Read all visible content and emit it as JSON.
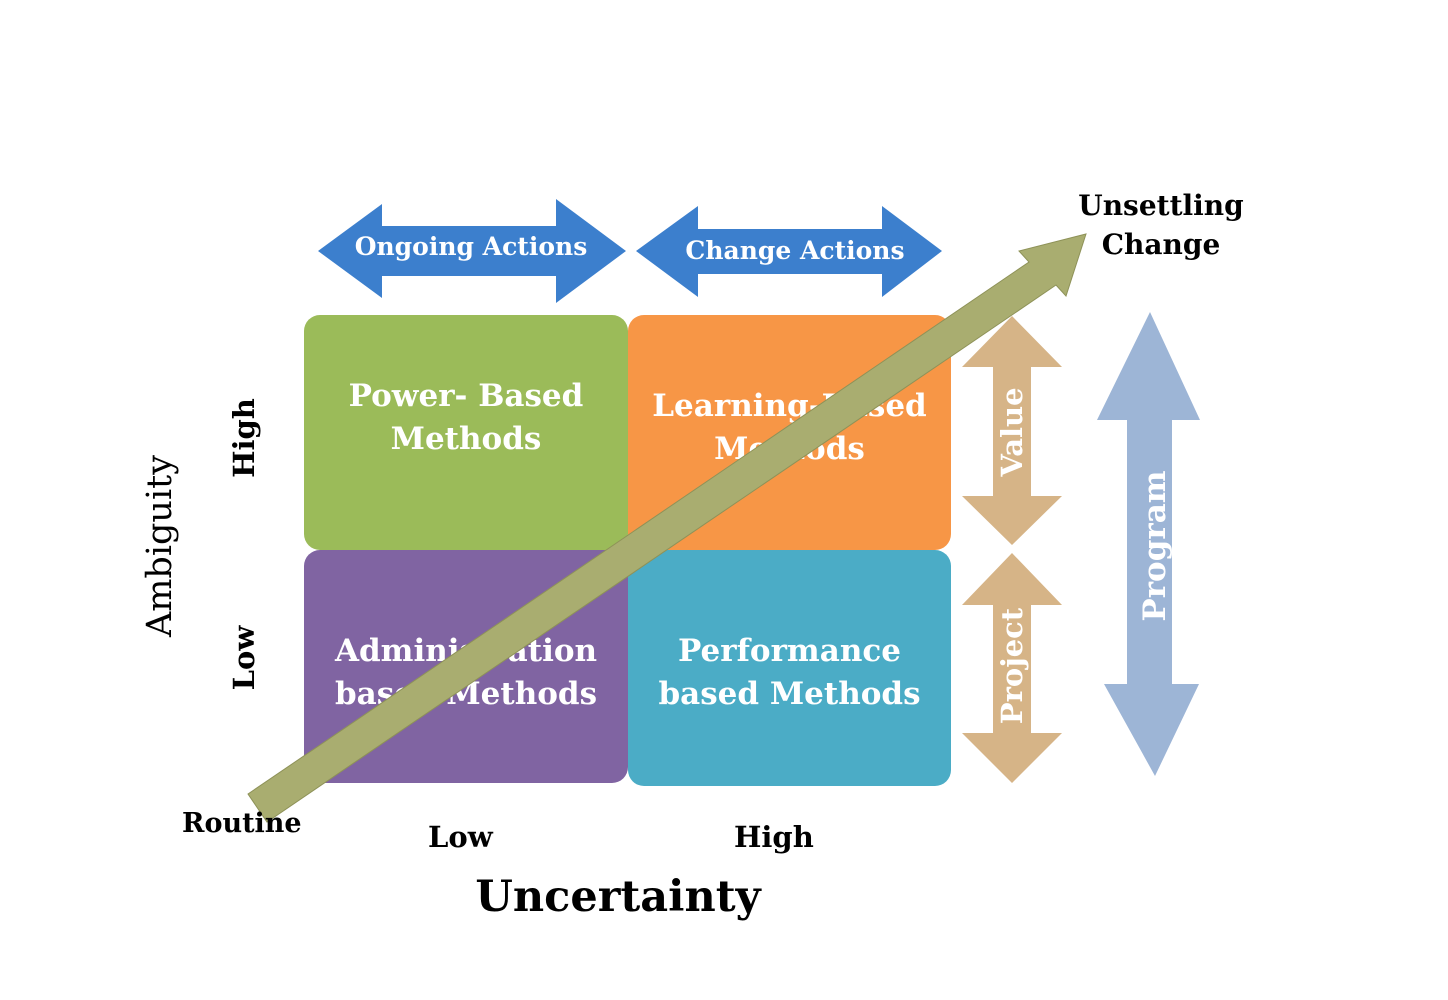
{
  "arrows": {
    "ongoing_actions": "Ongoing Actions",
    "change_actions": "Change Actions",
    "value": "Value",
    "project": "Project",
    "program": "Program"
  },
  "quadrants": {
    "top_left": {
      "line1": "Power- Based",
      "line2": "Methods",
      "color": "#9bbb59"
    },
    "top_right": {
      "line1": "Learning-Based",
      "line2": "Methods",
      "color": "#f79646"
    },
    "bottom_left": {
      "line1": "Administration",
      "line2": "based Methods",
      "color": "#8064a2"
    },
    "bottom_right": {
      "line1": "Performance",
      "line2": "based Methods",
      "color": "#4bacc6"
    }
  },
  "axes": {
    "x_title": "Uncertainty",
    "x_low": "Low",
    "x_high": "High",
    "y_title": "Ambiguity",
    "y_low": "Low",
    "y_high": "High"
  },
  "trend": {
    "start_label": "Routine",
    "end_label_line1": "Unsettling",
    "end_label_line2": "Change"
  },
  "colors": {
    "blue_arrow": "#3c7fcd",
    "tan_arrow": "#d6b487",
    "program_arrow": "#9db5d6",
    "trend_arrow": "#a9ad70"
  }
}
